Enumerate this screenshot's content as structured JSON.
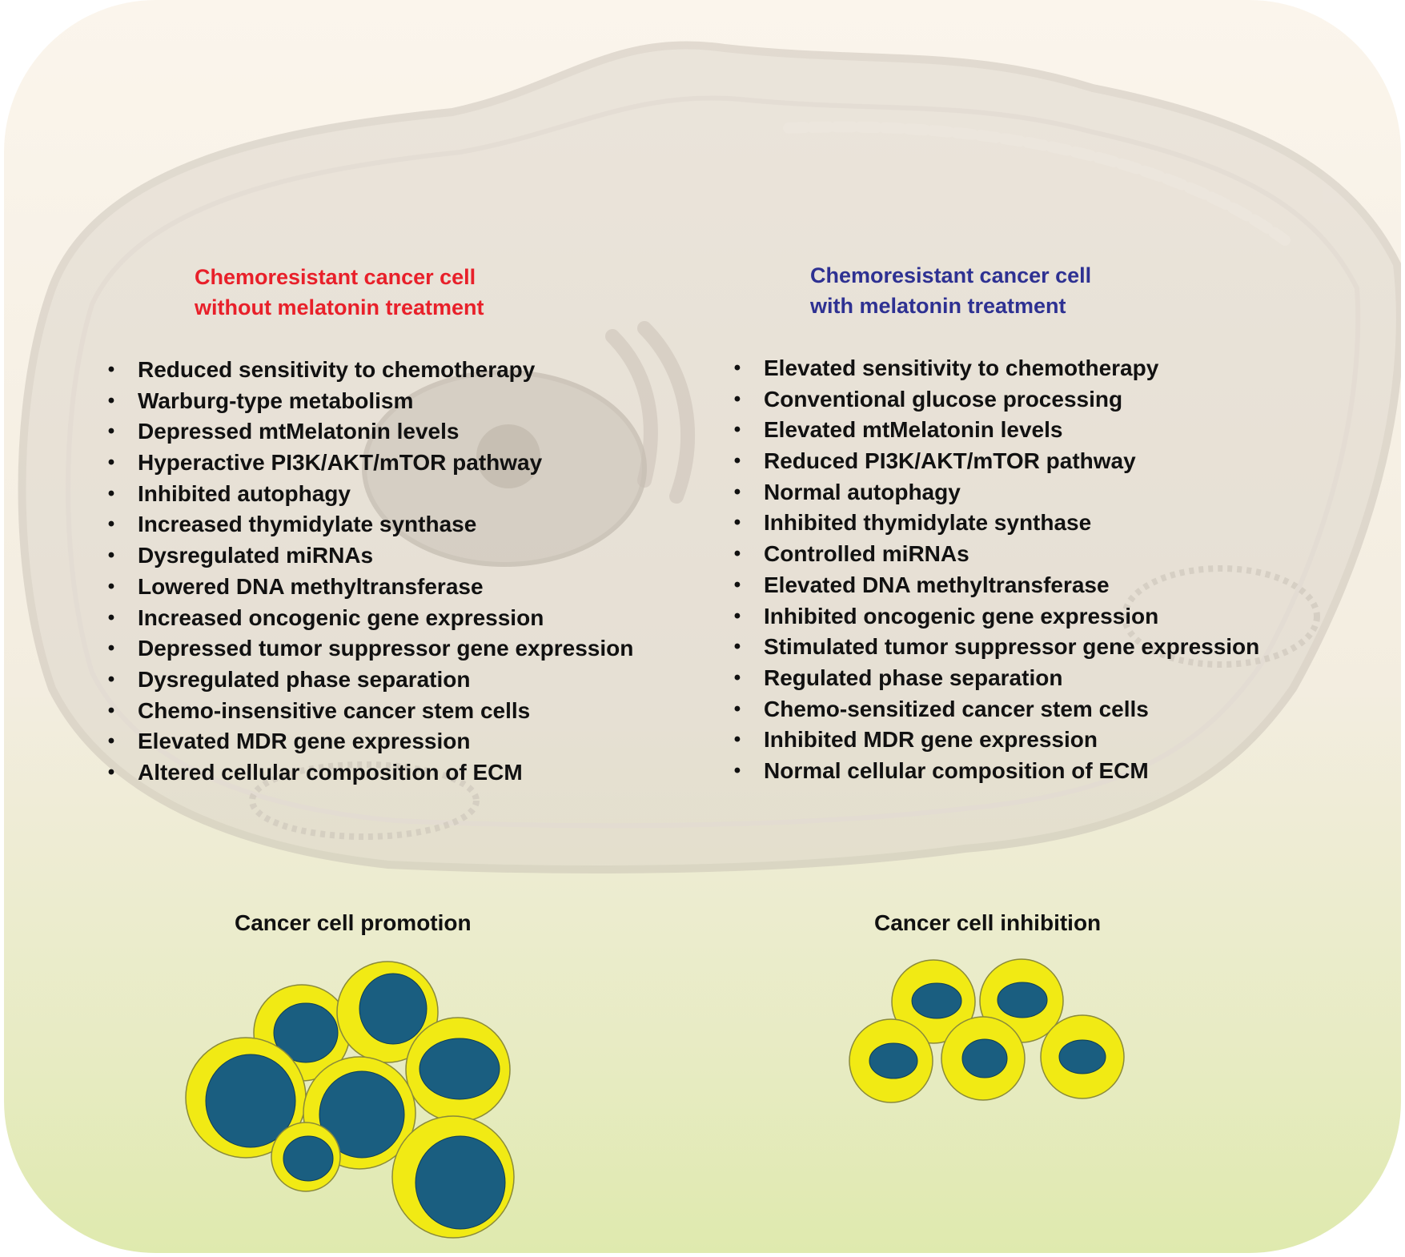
{
  "colors": {
    "without_heading": "#e8202a",
    "with_heading": "#2e3192",
    "cell_membrane": "#f1ea14",
    "cell_nucleus": "#1a5e80",
    "background_cell": "#d2cbc1"
  },
  "left": {
    "heading": [
      "Chemoresistant cancer cell",
      "without melatonin treatment"
    ],
    "items": [
      "Reduced sensitivity to chemotherapy",
      "Warburg-type metabolism",
      "Depressed mtMelatonin levels",
      "Hyperactive PI3K/AKT/mTOR pathway",
      "Inhibited autophagy",
      "Increased thymidylate synthase",
      "Dysregulated miRNAs",
      "Lowered DNA methyltransferase",
      "Increased oncogenic gene expression",
      "Depressed tumor suppressor gene expression",
      "Dysregulated phase separation",
      "Chemo-insensitive cancer stem cells",
      "Elevated MDR gene expression",
      "Altered cellular composition of ECM"
    ],
    "caption": "Cancer cell promotion"
  },
  "right": {
    "heading": [
      "Chemoresistant cancer cell",
      "with melatonin treatment"
    ],
    "items": [
      "Elevated sensitivity to chemotherapy",
      "Conventional glucose processing",
      "Elevated mtMelatonin levels",
      "Reduced PI3K/AKT/mTOR pathway",
      "Normal autophagy",
      "Inhibited thymidylate synthase",
      "Controlled miRNAs",
      "Elevated DNA methyltransferase",
      "Inhibited oncogenic gene expression",
      "Stimulated tumor suppressor gene expression",
      "Regulated phase separation",
      "Chemo-sensitized cancer stem cells",
      "Inhibited MDR gene expression",
      "Normal cellular composition of ECM"
    ],
    "caption": "Cancer cell inhibition"
  }
}
